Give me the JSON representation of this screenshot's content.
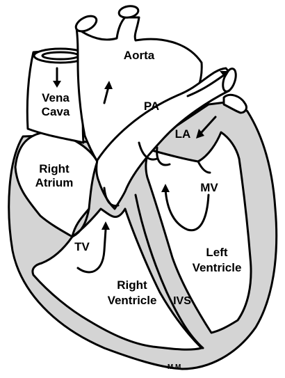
{
  "labels": {
    "aorta": "Aorta",
    "vena_cava_line1": "Vena",
    "vena_cava_line2": "Cava",
    "pa": "PA",
    "la": "LA",
    "right_atrium_line1": "Right",
    "right_atrium_line2": "Atrium",
    "mv": "MV",
    "tv": "TV",
    "left_ventricle_line1": "Left",
    "left_ventricle_line2": "Ventricle",
    "right_ventricle_line1": "Right",
    "right_ventricle_line2": "Ventricle",
    "ivs": "IVS"
  },
  "signature": "M.M.",
  "colors": {
    "outline": "#000000",
    "muscle": "#d4d4d4",
    "chamber": "#ffffff"
  }
}
